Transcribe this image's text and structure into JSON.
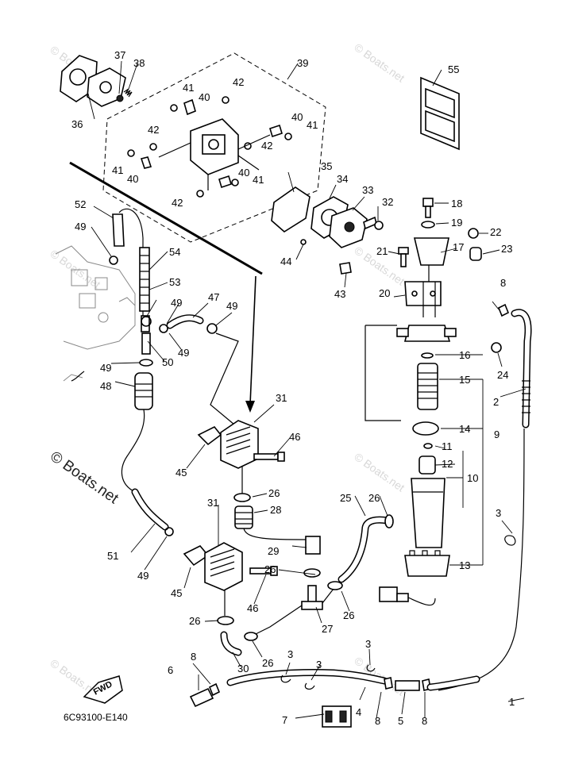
{
  "diagram_code": "6C93100-E140",
  "fwd_label": "FWD",
  "watermark": "© Boats.net",
  "callouts": {
    "c1": "1",
    "c2": "2",
    "c3a": "3",
    "c3b": "3",
    "c3c": "3",
    "c3d": "3",
    "c4": "4",
    "c5": "5",
    "c6": "6",
    "c7": "7",
    "c8a": "8",
    "c8b": "8",
    "c8c": "8",
    "c8d": "8",
    "c9": "9",
    "c10": "10",
    "c11": "11",
    "c12": "12",
    "c13": "13",
    "c14": "14",
    "c15": "15",
    "c16": "16",
    "c17": "17",
    "c18": "18",
    "c19": "19",
    "c20": "20",
    "c21": "21",
    "c22": "22",
    "c23": "23",
    "c24": "24",
    "c25": "25",
    "c26a": "26",
    "c26b": "26",
    "c26c": "26",
    "c26d": "26",
    "c26e": "26",
    "c26f": "26",
    "c27": "27",
    "c28": "28",
    "c29": "29",
    "c30": "30",
    "c31a": "31",
    "c31b": "31",
    "c32": "32",
    "c33": "33",
    "c34": "34",
    "c35": "35",
    "c36": "36",
    "c37": "37",
    "c38": "38",
    "c39": "39",
    "c40a": "40",
    "c40b": "40",
    "c40c": "40",
    "c40d": "40",
    "c41a": "41",
    "c41b": "41",
    "c41c": "41",
    "c41d": "41",
    "c42a": "42",
    "c42b": "42",
    "c42c": "42",
    "c42d": "42",
    "c43": "43",
    "c44": "44",
    "c45a": "45",
    "c45b": "45",
    "c46a": "46",
    "c46b": "46",
    "c47": "47",
    "c48": "48",
    "c49a": "49",
    "c49b": "49",
    "c49c": "49",
    "c49d": "49",
    "c49e": "49",
    "c49f": "49",
    "c50": "50",
    "c51": "51",
    "c52": "52",
    "c53": "53",
    "c54": "54",
    "c55": "55"
  }
}
